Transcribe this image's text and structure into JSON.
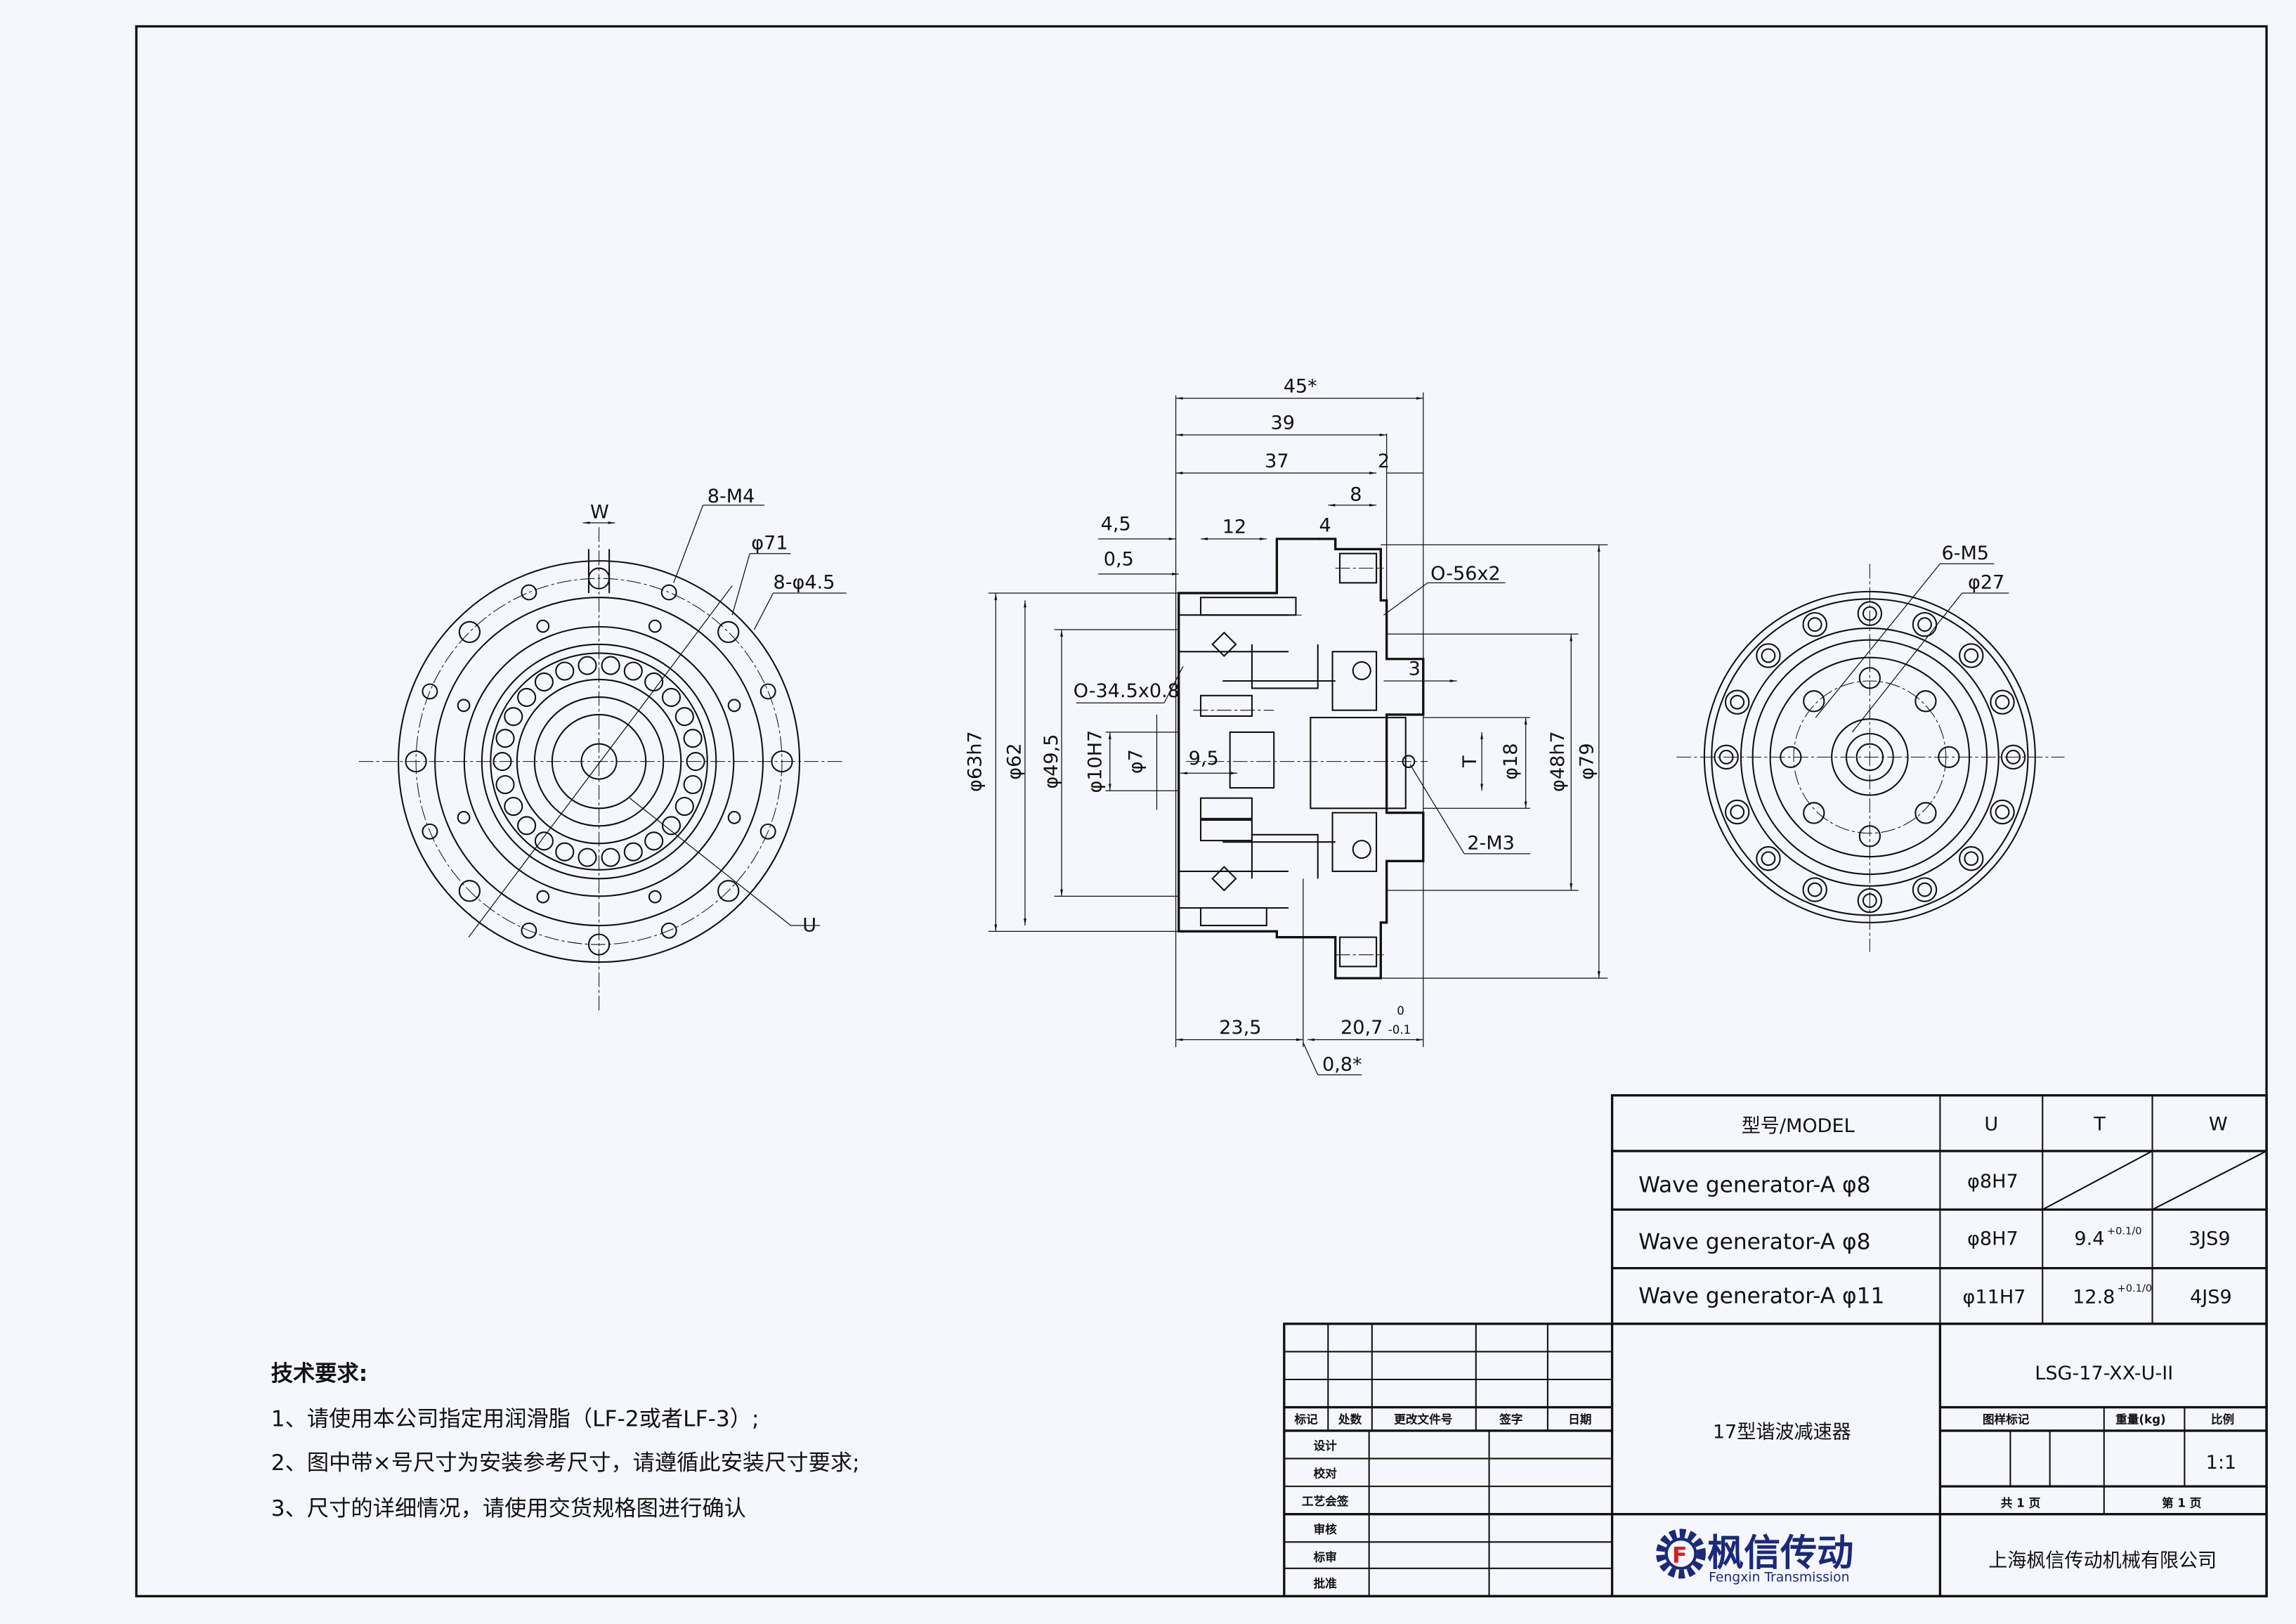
{
  "drawing": {
    "left_view": {
      "labels": {
        "w": "W",
        "m4": "8-M4",
        "d71": "φ71",
        "d45": "8-φ4.5",
        "u": "U"
      }
    },
    "right_view": {
      "labels": {
        "m5": "6-M5",
        "d27": "φ27"
      }
    },
    "section": {
      "dims": {
        "d45": "45*",
        "d39": "39",
        "d37": "37",
        "d2": "2",
        "d8": "8",
        "d4_5": "4,5",
        "d12": "12",
        "d4": "4",
        "d0_5": "0,5",
        "oring1": "O-56x2",
        "oring2": "O-34.5x0.8",
        "d3": "3",
        "d9_5": "9,5",
        "phi63": "φ63h7",
        "phi62": "φ62",
        "phi49": "φ49,5",
        "phi10": "φ10H7",
        "phi7": "φ7",
        "t": "T",
        "phi18": "φ18",
        "phi48": "φ48h7",
        "phi79": "φ79",
        "m3": "2-M3",
        "d23_5": "23,5",
        "d20_7": "20,7",
        "tol_up": "0",
        "tol_low": "-0.1",
        "d0_8": "0,8*"
      }
    }
  },
  "tech_requirements": {
    "title": "技术要求:",
    "items": [
      "1、请使用本公司指定用润滑脂（LF-2或者LF-3）;",
      "2、图中带×号尺寸为安装参考尺寸，请遵循此安装尺寸要求;",
      "3、尺寸的详细情况，请使用交货规格图进行确认"
    ]
  },
  "model_table": {
    "headers": [
      "型号/MODEL",
      "U",
      "T",
      "W"
    ],
    "rows": [
      {
        "model": "Wave generator-A φ8",
        "u": "φ8H7",
        "t": "",
        "t_tol": "",
        "w": ""
      },
      {
        "model": "Wave generator-A φ8",
        "u": "φ8H7",
        "t": "9.4",
        "t_tol": "+0.1/0",
        "w": "3JS9"
      },
      {
        "model": "Wave generator-A φ11",
        "u": "φ11H7",
        "t": "12.8",
        "t_tol": "+0.1/0",
        "w": "4JS9"
      }
    ]
  },
  "title_block": {
    "revision_headers": [
      "标记",
      "处数",
      "更改文件号",
      "签字",
      "日期"
    ],
    "roles": [
      "设计",
      "校对",
      "工艺会签",
      "审核",
      "标审",
      "批准"
    ],
    "part_name": "17型谐波减速器",
    "drawing_number": "LSG-17-XX-U-II",
    "stage_label": "图样标记",
    "weight_label": "重量(kg)",
    "scale_label": "比例",
    "scale": "1:1",
    "total_sheets": "共 1 页",
    "sheet": "第 1 页",
    "logo_cn": "枫信传动",
    "logo_en": "Fengxin Transmission",
    "company": "上海枫信传动机械有限公司"
  },
  "colors": {
    "background": "#f5f7fc",
    "line": "#111111",
    "logo_blue": "#1a2a7a",
    "logo_red": "#d81e1e"
  }
}
